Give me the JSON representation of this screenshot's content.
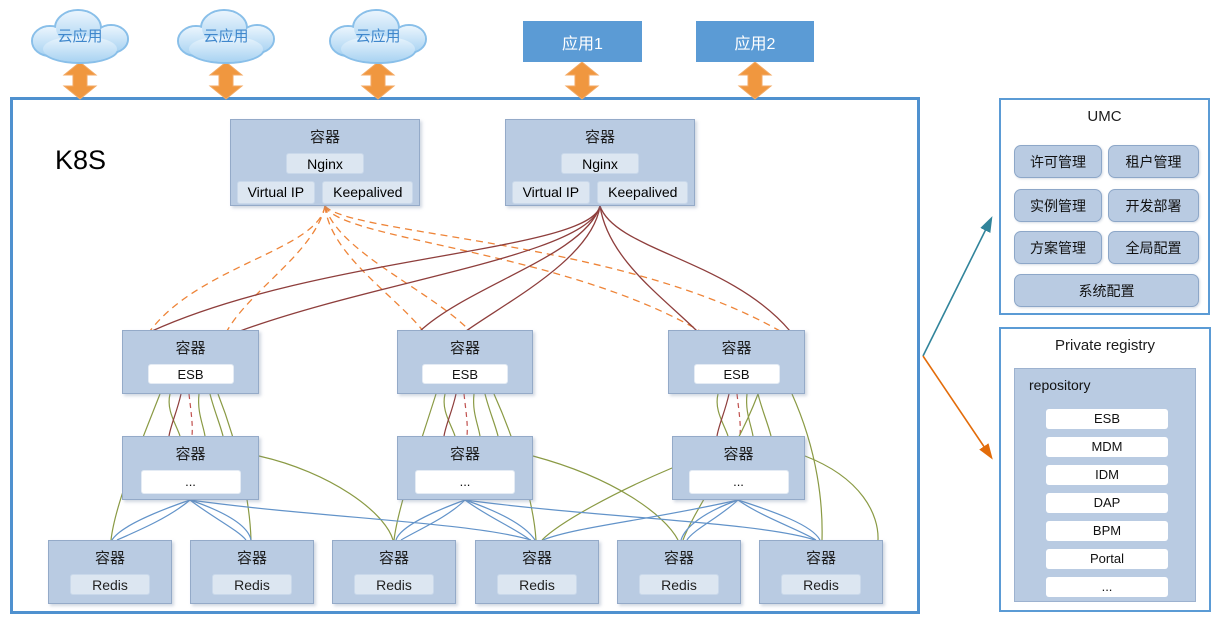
{
  "clouds": [
    {
      "label": "云应用"
    },
    {
      "label": "云应用"
    },
    {
      "label": "云应用"
    }
  ],
  "apps": [
    {
      "label": "应用1"
    },
    {
      "label": "应用2"
    }
  ],
  "k8s": {
    "label": "K8S",
    "nginx": [
      {
        "title": "容器",
        "service": "Nginx",
        "vip": "Virtual IP",
        "keepalived": "Keepalived"
      },
      {
        "title": "容器",
        "service": "Nginx",
        "vip": "Virtual IP",
        "keepalived": "Keepalived"
      }
    ],
    "esb": [
      {
        "title": "容器",
        "service": "ESB"
      },
      {
        "title": "容器",
        "service": "ESB"
      },
      {
        "title": "容器",
        "service": "ESB"
      }
    ],
    "workers": [
      {
        "title": "容器",
        "service": "..."
      },
      {
        "title": "容器",
        "service": "..."
      },
      {
        "title": "容器",
        "service": "..."
      }
    ],
    "redis": [
      {
        "title": "容器",
        "service": "Redis"
      },
      {
        "title": "容器",
        "service": "Redis"
      },
      {
        "title": "容器",
        "service": "Redis"
      },
      {
        "title": "容器",
        "service": "Redis"
      },
      {
        "title": "容器",
        "service": "Redis"
      },
      {
        "title": "容器",
        "service": "Redis"
      }
    ]
  },
  "umc": {
    "title": "UMC",
    "buttons": [
      "许可管理",
      "租户管理",
      "实例管理",
      "开发部署",
      "方案管理",
      "全局配置"
    ],
    "wide_button": "系统配置"
  },
  "registry": {
    "title": "Private registry",
    "repository": "repository",
    "items": [
      "ESB",
      "MDM",
      "IDM",
      "DAP",
      "BPM",
      "Portal",
      "..."
    ]
  },
  "colors": {
    "accent_blue": "#5b9bd5",
    "container_fill": "#b9cbe2",
    "arrow_orange": "#f0973f",
    "line_orange_dashed": "#ee8438",
    "line_dark_red": "#8e3e3c",
    "line_green": "#8a9a44",
    "line_blue": "#6293c9",
    "arrow_teal": "#31849b",
    "arrow_orange_solid": "#e36c0a"
  }
}
